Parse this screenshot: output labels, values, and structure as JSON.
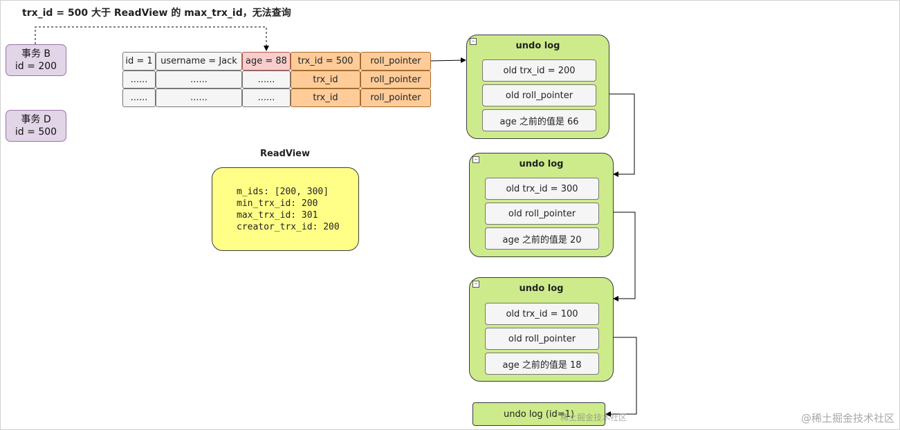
{
  "title": "trx_id = 500 大于 ReadView 的 max_trx_id，无法查询",
  "transactions": [
    {
      "name": "事务 B",
      "id": "id = 200"
    },
    {
      "name": "事务 D",
      "id": "id = 500"
    }
  ],
  "row_table": [
    [
      "id = 1",
      "username = Jack",
      "age = 88",
      "trx_id = 500",
      "roll_pointer"
    ],
    [
      "......",
      "......",
      "......",
      "trx_id",
      "roll_pointer"
    ],
    [
      "......",
      "......",
      "......",
      "trx_id",
      "roll_pointer"
    ]
  ],
  "readview": {
    "title": "ReadView",
    "lines": [
      "m_ids: [200, 300]",
      "min_trx_id: 200",
      "max_trx_id: 301",
      "creator_trx_id: 200"
    ]
  },
  "undo_logs": [
    {
      "title": "undo log",
      "fields": [
        "old trx_id = 200",
        "old roll_pointer",
        "age 之前的值是 66"
      ]
    },
    {
      "title": "undo log",
      "fields": [
        "old trx_id = 300",
        "old roll_pointer",
        "age 之前的值是 20"
      ]
    },
    {
      "title": "undo log",
      "fields": [
        "old trx_id = 100",
        "old roll_pointer",
        "age 之前的值是 18"
      ]
    }
  ],
  "last_undo": "undo log (id=1)",
  "inner_watermark": "稀土掘金技术社区",
  "watermark": "@稀土掘金技术社区",
  "colors": {
    "transaction": "#e1d5e7",
    "age_cell": "#f8cecc",
    "trx_cells": "#ffcc99",
    "undo_log": "#cdeb8b",
    "readview": "#ffff88"
  }
}
